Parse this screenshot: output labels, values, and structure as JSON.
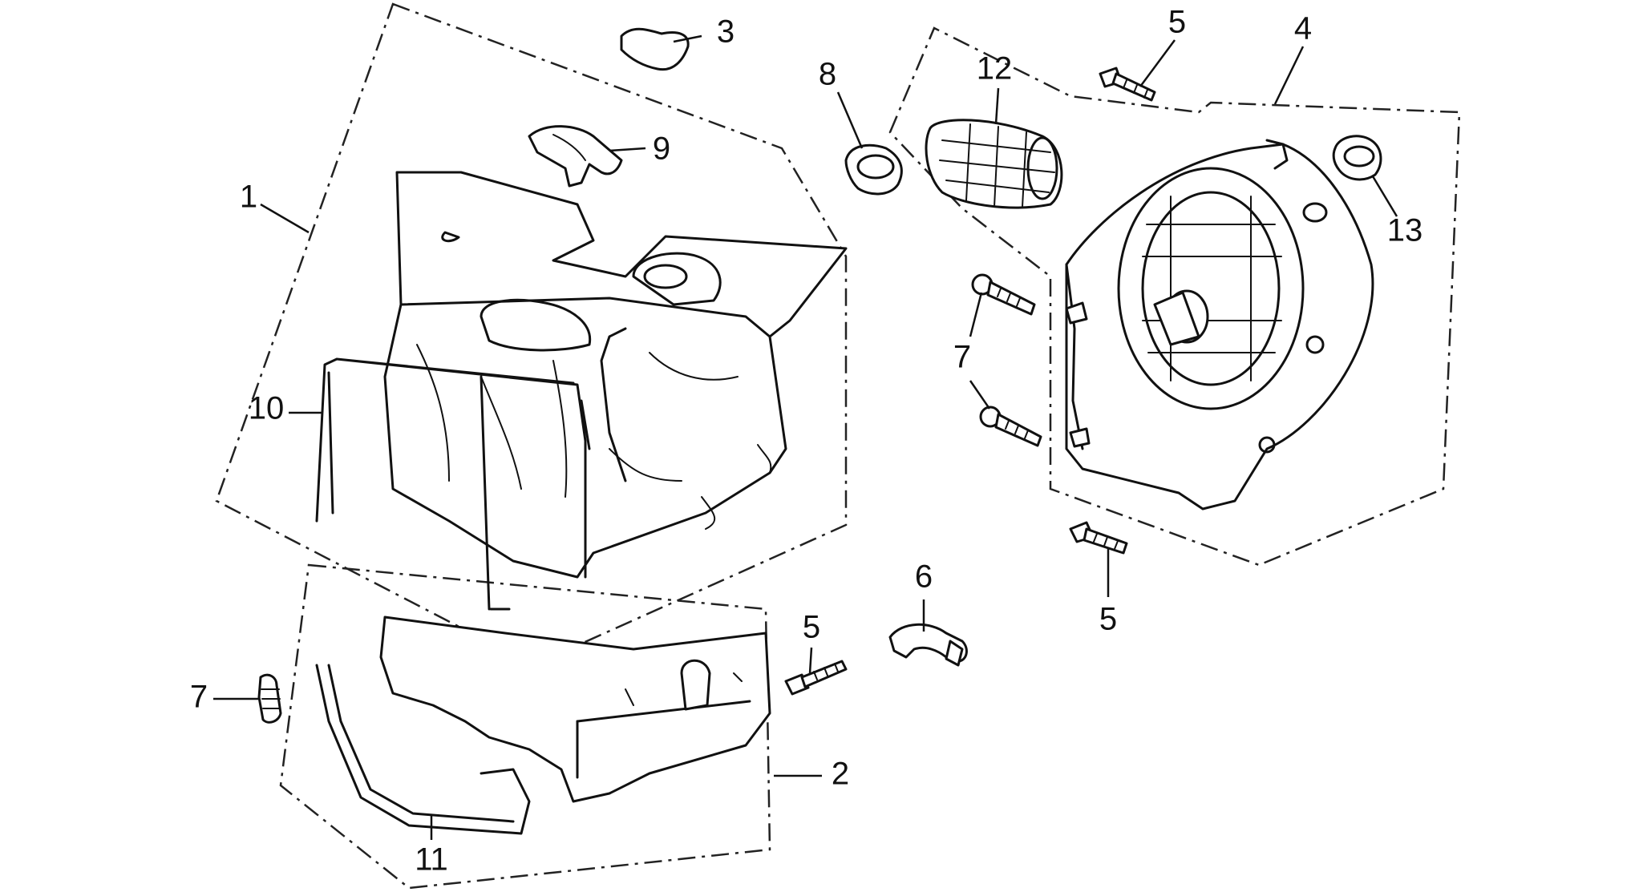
{
  "callouts": {
    "c1": "1",
    "c2": "2",
    "c3": "3",
    "c4": "4",
    "c5a": "5",
    "c5b": "5",
    "c5c": "5",
    "c6": "6",
    "c7a": "7",
    "c7b": "7",
    "c8": "8",
    "c9": "9",
    "c10": "10",
    "c11": "11",
    "c12": "12",
    "c13": "13"
  }
}
